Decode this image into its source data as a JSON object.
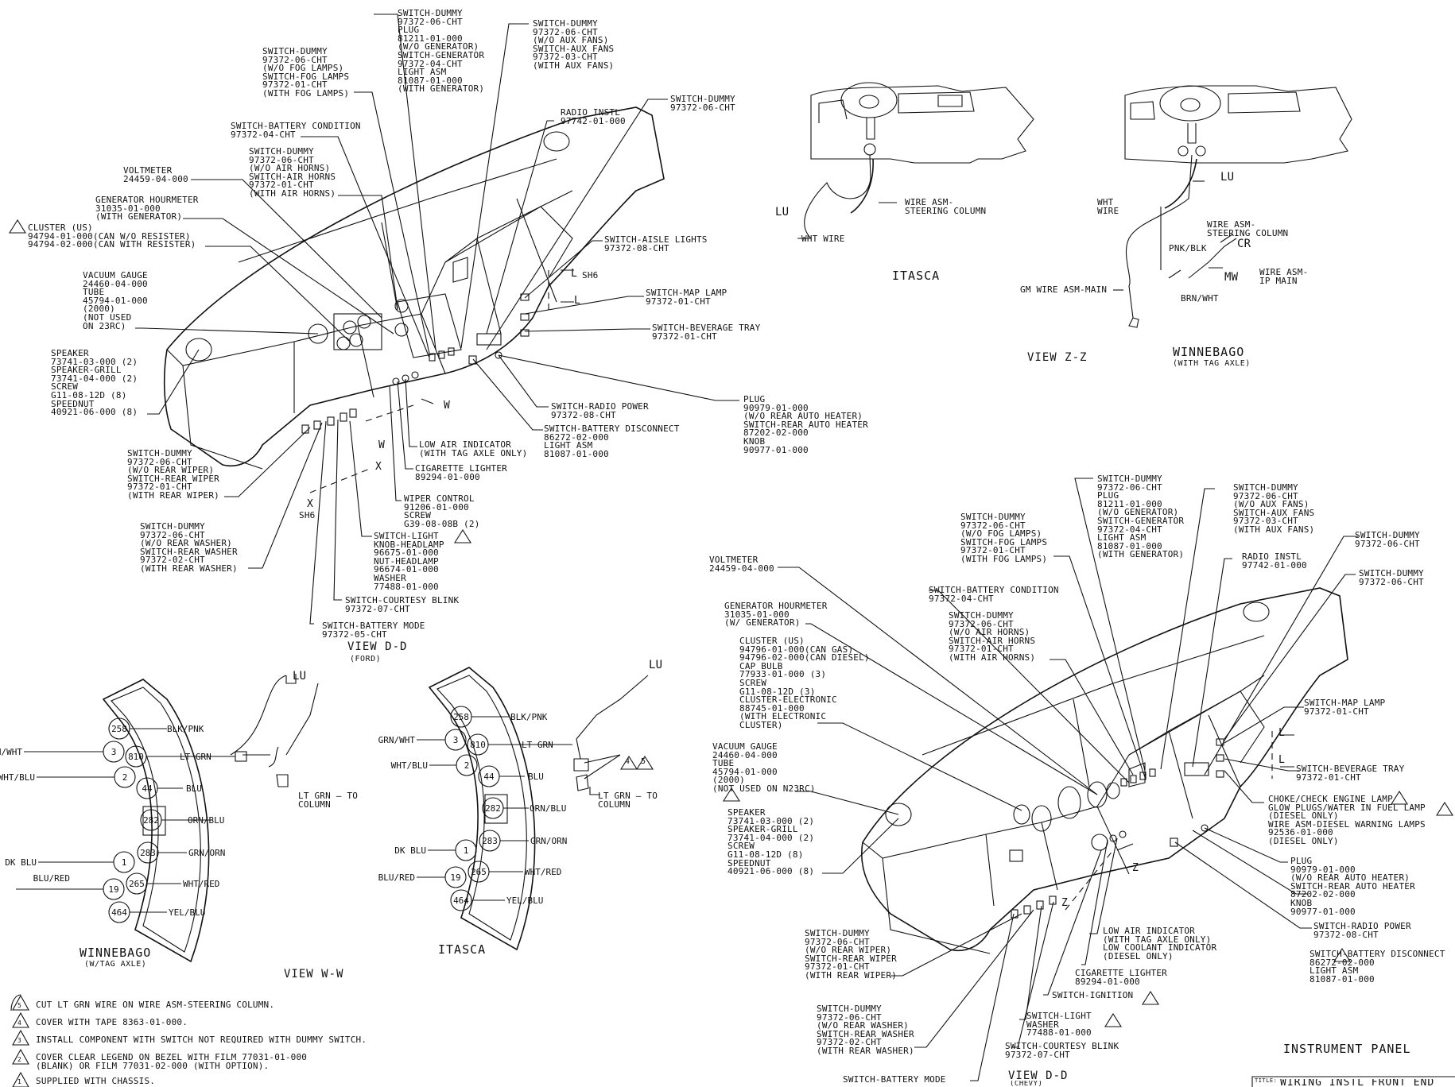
{
  "view_dd_ford": {
    "title": "VIEW D-D",
    "subtitle": "(FORD)",
    "labels": [
      "SWITCH-DUMMY\n97372-06-CHT\nPLUG\n81211-01-000\n(W/O GENERATOR)\nSWITCH-GENERATOR\n97372-04-CHT\nLIGHT ASM\n81087-01-000\n(WITH GENERATOR)",
      "SWITCH-DUMMY\n97372-06-CHT\n(W/O AUX FANS)\nSWITCH-AUX FANS\n97372-03-CHT\n(WITH AUX FANS)",
      "SWITCH-DUMMY\n97372-06-CHT\n(W/O FOG LAMPS)\nSWITCH-FOG LAMPS\n97372-01-CHT\n(WITH FOG LAMPS)",
      "RADIO INSTL\n97742-01-000",
      "SWITCH-DUMMY\n97372-06-CHT",
      "SWITCH-BATTERY CONDITION\n97372-04-CHT",
      "SWITCH-DUMMY\n97372-06-CHT\n(W/O AIR HORNS)\nSWITCH-AIR HORNS\n97372-01-CHT\n(WITH AIR HORNS)",
      "VOLTMETER\n24459-04-000",
      "GENERATOR HOURMETER\n31035-01-000\n(WITH GENERATOR)",
      "CLUSTER (US)\n94794-01-000(CAN W/O RESISTER)\n94794-02-000(CAN WITH RESISTER)",
      "VACUUM GAUGE\n24460-04-000\nTUBE\n45794-01-000\n(2000)\n(NOT USED\nON 23RC)",
      "SPEAKER\n73741-03-000 (2)\nSPEAKER-GRILL\n73741-04-000 (2)\nSCREW\nG11-08-12D (8)\nSPEEDNUT\n40921-06-000 (8)",
      "SWITCH-AISLE LIGHTS\n97372-08-CHT",
      "SWITCH-MAP LAMP\n97372-01-CHT",
      "SWITCH-BEVERAGE TRAY\n97372-01-CHT",
      "SWITCH-RADIO POWER\n97372-08-CHT",
      "SWITCH-BATTERY DISCONNECT\n86272-02-000\nLIGHT ASM\n81087-01-000",
      "PLUG\n90979-01-000\n(W/O REAR AUTO HEATER)\nSWITCH-REAR AUTO HEATER\n87202-02-000\nKNOB\n90977-01-000",
      "LOW AIR INDICATOR\n(WITH TAG AXLE ONLY)",
      "CIGARETTE LIGHTER\n89294-01-000",
      "WIPER CONTROL\n91206-01-000\nSCREW\nG39-08-08B (2)",
      "SWITCH-LIGHT\nKNOB-HEADLAMP\n96675-01-000\nNUT-HEADLAMP\n96674-01-000\nWASHER\n77488-01-000",
      "SWITCH-COURTESY BLINK\n97372-07-CHT",
      "SWITCH-BATTERY MODE\n97372-05-CHT",
      "SWITCH-DUMMY\n97372-06-CHT\n(W/O REAR WIPER)\nSWITCH-REAR WIPER\n97372-01-CHT\n(WITH REAR WIPER)",
      "SWITCH-DUMMY\n97372-06-CHT\n(W/O REAR WASHER)\nSWITCH-REAR WASHER\n97372-02-CHT\n(WITH REAR WASHER)"
    ],
    "markers": [
      "L",
      "SH6",
      "L",
      "W",
      "W",
      "X",
      "X",
      "SH6"
    ]
  },
  "itasca_column": {
    "title": "ITASCA",
    "labels": [
      "WIRE ASM-\nSTEERING COLUMN",
      "LU",
      "WHT WIRE"
    ]
  },
  "view_zz": {
    "title": "VIEW Z-Z",
    "winnebago_title": "WINNEBAGO",
    "winnebago_subtitle": "(WITH TAG AXLE)",
    "labels": [
      "LU",
      "WHT\nWIRE",
      "WIRE ASM-\nSTEERING COLUMN",
      "PNK/BLK",
      "CR",
      "MW",
      "WIRE ASM-\nIP MAIN",
      "GM WIRE ASM-MAIN",
      "BRN/WHT"
    ]
  },
  "view_ww": {
    "title": "VIEW W-W",
    "winnebago": {
      "title": "WINNEBAGO",
      "subtitle": "(W/TAG AXLE)",
      "circles": [
        "258",
        "3",
        "810",
        "2",
        "44",
        "282",
        "283",
        "1",
        "265",
        "19",
        "464"
      ],
      "wires": [
        "BLK/PNK",
        "GRN/WHT",
        "LT GRN",
        "WHT/BLU",
        "BLU",
        "ORN/BLU",
        "GRN/ORN",
        "DK BLU",
        "WHT/RED",
        "BLU/RED",
        "YEL/BLU"
      ],
      "lu": "LU",
      "to_column": "LT GRN — TO\nCOLUMN"
    },
    "itasca": {
      "title": "ITASCA",
      "circles": [
        "258",
        "3",
        "810",
        "2",
        "44",
        "282",
        "283",
        "1",
        "265",
        "19",
        "464"
      ],
      "wires": [
        "BLK/PNK",
        "GRN/WHT",
        "LT GRN",
        "WHT/BLU",
        "BLU",
        "ORN/BLU",
        "GRN/ORN",
        "DK BLU",
        "WHT/RED",
        "BLU/RED",
        "YEL/BLU"
      ],
      "lu": "LU",
      "to_column": "LT GRN — TO\nCOLUMN",
      "note_refs": [
        "4",
        "5"
      ]
    }
  },
  "view_dd_chevy": {
    "title": "VIEW D-D",
    "subtitle": "(CHEVY)",
    "labels": [
      "SWITCH-DUMMY\n97372-06-CHT\nPLUG\n81211-01-000\n(W/O GENERATOR)\nSWITCH-GENERATOR\n97372-04-CHT\nLIGHT ASM\n81087-01-000\n(WITH GENERATOR)",
      "SWITCH-DUMMY\n97372-06-CHT\n(W/O AUX FANS)\nSWITCH-AUX FANS\n97372-03-CHT\n(WITH AUX FANS)",
      "SWITCH-DUMMY\n97372-06-CHT\n(W/O FOG LAMPS)\nSWITCH-FOG LAMPS\n97372-01-CHT\n(WITH FOG LAMPS)",
      "SWITCH-DUMMY\n97372-06-CHT",
      "RADIO INSTL\n97742-01-000",
      "SWITCH-DUMMY\n97372-06-CHT",
      "VOLTMETER\n24459-04-000",
      "SWITCH-BATTERY CONDITION\n97372-04-CHT",
      "SWITCH-DUMMY\n97372-06-CHT\n(W/O AIR HORNS)\nSWITCH-AIR HORNS\n97372-01-CHT\n(WITH AIR HORNS)",
      "GENERATOR HOURMETER\n31035-01-000\n(W/ GENERATOR)",
      "CLUSTER (US)\n94796-01-000(CAN GAS)\n94796-02-000(CAN DIESEL)\nCAP BULB\n77933-01-000 (3)\nSCREW\nG11-08-12D (3)\nCLUSTER-ELECTRONIC\n88745-01-000\n(WITH ELECTRONIC\nCLUSTER)",
      "VACUUM GAUGE\n24460-04-000\nTUBE\n45794-01-000\n(2000)\n(NOT USED ON N23RC)",
      "SPEAKER\n73741-03-000 (2)\nSPEAKER-GRILL\n73741-04-000 (2)\nSCREW\nG11-08-12D (8)\nSPEEDNUT\n40921-06-000 (8)",
      "SWITCH-MAP LAMP\n97372-01-CHT",
      "SWITCH-BEVERAGE TRAY\n97372-01-CHT",
      "CHOKE/CHECK ENGINE LAMP\nGLOW PLUGS/WATER IN FUEL LAMP\n(DIESEL ONLY)\nWIRE ASM-DIESEL WARNING LAMPS\n92536-01-000\n(DIESEL ONLY)",
      "PLUG\n90979-01-000\n(W/O REAR AUTO HEATER)\nSWITCH-REAR AUTO HEATER\n87202-02-000\nKNOB\n90977-01-000",
      "SWITCH-RADIO POWER\n97372-08-CHT",
      "SWITCH-BATTERY DISCONNECT\n86272-02-000\nLIGHT ASM\n81087-01-000",
      "SWITCH-DUMMY\n97372-06-CHT\n(W/O REAR WIPER)\nSWITCH-REAR WIPER\n97372-01-CHT\n(WITH REAR WIPER)",
      "LOW AIR INDICATOR\n(WITH TAG AXLE ONLY)\nLOW COOLANT INDICATOR\n(DIESEL ONLY)",
      "CIGARETTE LIGHTER\n89294-01-000",
      "SWITCH-IGNITION",
      "SWITCH-DUMMY\n97372-06-CHT\n(W/O REAR WASHER)\nSWITCH-REAR WASHER\n97372-02-CHT\n(WITH REAR WASHER)",
      "SWITCH-LIGHT\nWASHER\n77488-01-000",
      "SWITCH-COURTESY BLINK\n97372-07-CHT",
      "SWITCH-BATTERY MODE"
    ],
    "markers": [
      "L",
      "L",
      "Z",
      "Z"
    ]
  },
  "notes": [
    {
      "num": "5",
      "text": "CUT LT GRN WIRE ON WIRE ASM-STEERING COLUMN."
    },
    {
      "num": "4",
      "text": "COVER WITH TAPE 8363-01-000."
    },
    {
      "num": "3",
      "text": "INSTALL COMPONENT WITH SWITCH NOT REQUIRED WITH DUMMY SWITCH."
    },
    {
      "num": "2",
      "text": "COVER CLEAR LEGEND ON BEZEL WITH FILM 77031-01-000\n(BLANK) OR FILM 77031-02-000 (WITH OPTION)."
    },
    {
      "num": "1",
      "text": "SUPPLIED WITH CHASSIS."
    }
  ],
  "sheet": {
    "panel_title": "INSTRUMENT PANEL",
    "title_block_label": "TITLE:",
    "title_block_value": "WIRING INSTL FRONT END"
  }
}
